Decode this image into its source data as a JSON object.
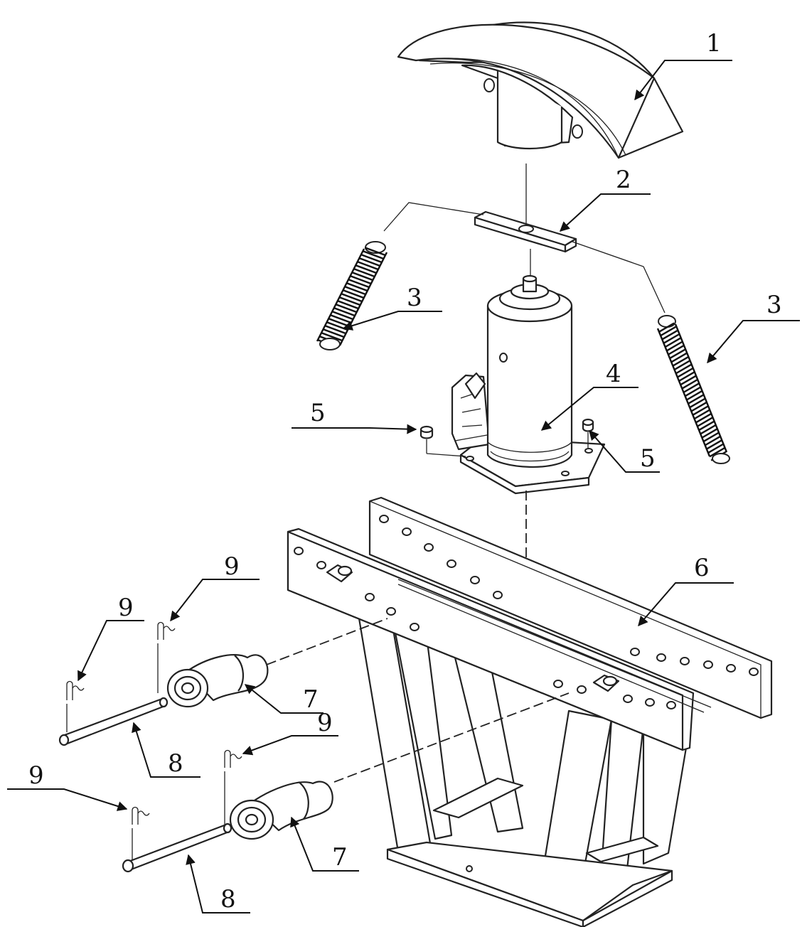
{
  "callouts": [
    {
      "id": "c1",
      "text": "1"
    },
    {
      "id": "c2",
      "text": "2"
    },
    {
      "id": "c3a",
      "text": "3"
    },
    {
      "id": "c3b",
      "text": "3"
    },
    {
      "id": "c4",
      "text": "4"
    },
    {
      "id": "c5a",
      "text": "5"
    },
    {
      "id": "c5b",
      "text": "5"
    },
    {
      "id": "c6",
      "text": "6"
    },
    {
      "id": "c7a",
      "text": "7"
    },
    {
      "id": "c7b",
      "text": "7"
    },
    {
      "id": "c8a",
      "text": "8"
    },
    {
      "id": "c8b",
      "text": "8"
    },
    {
      "id": "c9a",
      "text": "9"
    },
    {
      "id": "c9b",
      "text": "9"
    },
    {
      "id": "c9c",
      "text": "9"
    },
    {
      "id": "c9d",
      "text": "9"
    }
  ]
}
